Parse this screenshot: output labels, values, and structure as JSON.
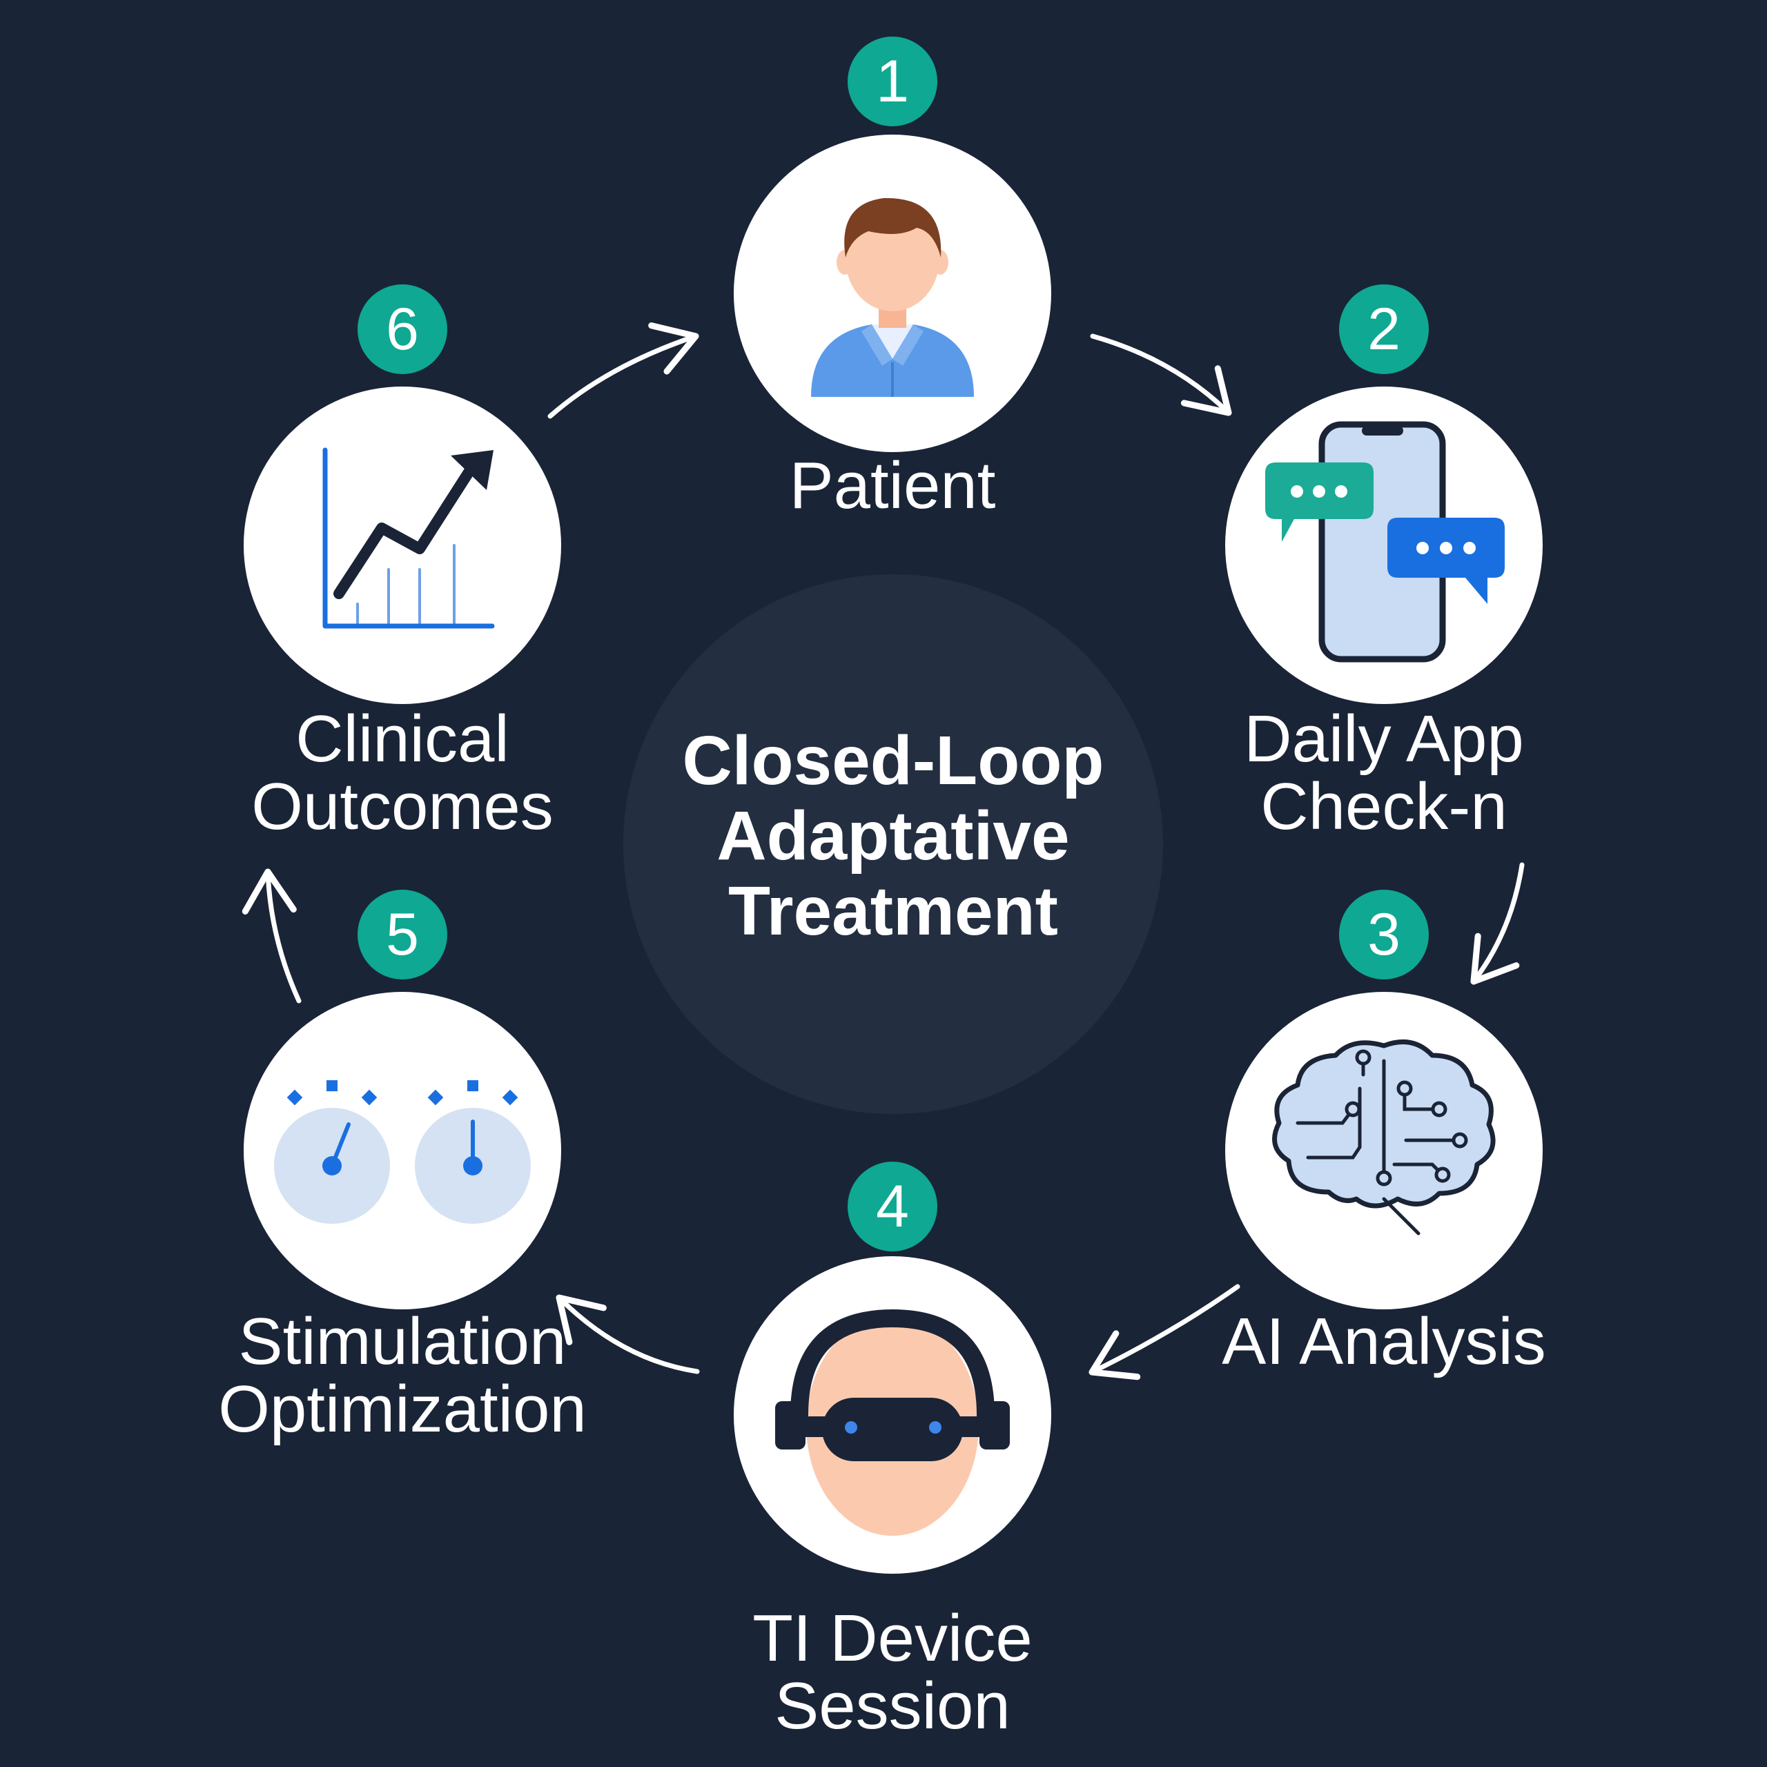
{
  "title": [
    "Closed-Loop",
    "Adaptative",
    "Treatment"
  ],
  "steps": [
    {
      "number": "1",
      "label": [
        "Patient"
      ],
      "icon": "patient-icon"
    },
    {
      "number": "2",
      "label": [
        "Daily App",
        "Check-n"
      ],
      "icon": "phone-chat-icon"
    },
    {
      "number": "3",
      "label": [
        "AI Analysis"
      ],
      "icon": "ai-brain-icon"
    },
    {
      "number": "4",
      "label": [
        "TI Device",
        "Session"
      ],
      "icon": "headset-icon"
    },
    {
      "number": "5",
      "label": [
        "Stimulation",
        "Optimization"
      ],
      "icon": "dials-icon"
    },
    {
      "number": "6",
      "label": [
        "Clinical",
        "Outcomes"
      ],
      "icon": "growth-chart-icon"
    }
  ],
  "colors": {
    "background": "#1a2437",
    "center_disc": "#232e41",
    "badge": "#0fa892",
    "node_fill": "#ffffff",
    "icon_blue": "#1a6fe0",
    "icon_light_blue": "#c9dcf3",
    "icon_dark": "#1b2436",
    "skin": "#fbcaae"
  }
}
